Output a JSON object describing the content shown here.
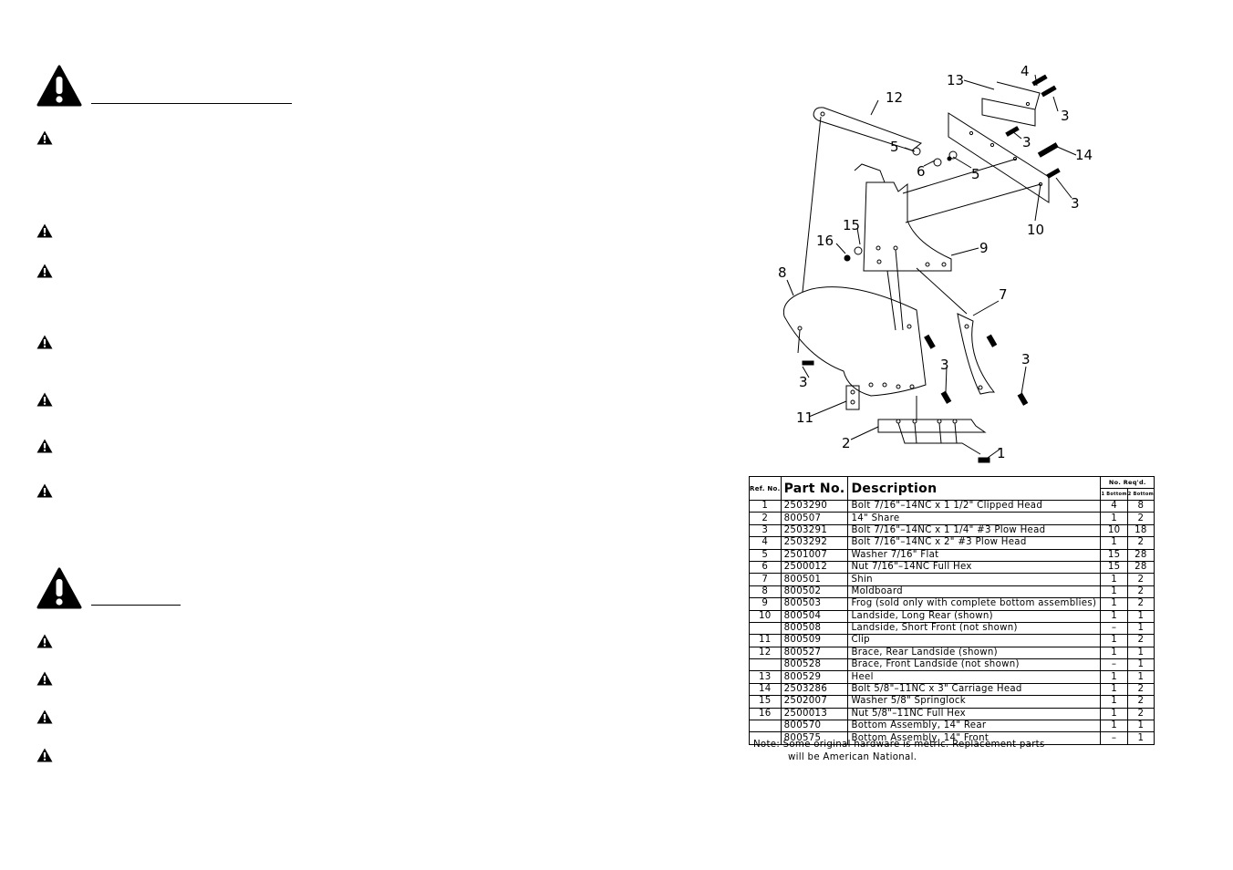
{
  "parts_table": {
    "headers": {
      "ref_no": "Ref. No.",
      "part_no": "Part No.",
      "description": "Description",
      "qty_title": "No. Req'd.",
      "qty_1": "1 Bottom",
      "qty_2": "2 Bottom"
    },
    "rows": [
      {
        "ref": "1",
        "part": "2503290",
        "desc": "Bolt 7/16\"–14NC x 1 1/2\" Clipped Head",
        "q1": "4",
        "q2": "8"
      },
      {
        "ref": "2",
        "part": "800507",
        "desc": "14\" Share",
        "q1": "1",
        "q2": "2"
      },
      {
        "ref": "3",
        "part": "2503291",
        "desc": "Bolt 7/16\"–14NC x 1 1/4\" #3 Plow Head",
        "q1": "10",
        "q2": "18"
      },
      {
        "ref": "4",
        "part": "2503292",
        "desc": "Bolt 7/16\"–14NC x 2\" #3 Plow Head",
        "q1": "1",
        "q2": "2"
      },
      {
        "ref": "5",
        "part": "2501007",
        "desc": "Washer 7/16\" Flat",
        "q1": "15",
        "q2": "28"
      },
      {
        "ref": "6",
        "part": "2500012",
        "desc": "Nut 7/16\"–14NC Full Hex",
        "q1": "15",
        "q2": "28"
      },
      {
        "ref": "7",
        "part": "800501",
        "desc": "Shin",
        "q1": "1",
        "q2": "2"
      },
      {
        "ref": "8",
        "part": "800502",
        "desc": "Moldboard",
        "q1": "1",
        "q2": "2"
      },
      {
        "ref": "9",
        "part": "800503",
        "desc": "Frog (sold only with complete  bottom assemblies)",
        "q1": "1",
        "q2": "2"
      },
      {
        "ref": "10",
        "part": "800504",
        "desc": "Landside, Long Rear (shown)",
        "q1": "1",
        "q2": "1"
      },
      {
        "ref": "",
        "part": "800508",
        "desc": "Landside, Short Front (not shown)",
        "q1": "–",
        "q2": "1"
      },
      {
        "ref": "11",
        "part": "800509",
        "desc": "Clip",
        "q1": "1",
        "q2": "2"
      },
      {
        "ref": "12",
        "part": "800527",
        "desc": "Brace, Rear Landside (shown)",
        "q1": "1",
        "q2": "1"
      },
      {
        "ref": "",
        "part": "800528",
        "desc": "Brace, Front Landside (not shown)",
        "q1": "–",
        "q2": "1"
      },
      {
        "ref": "13",
        "part": "800529",
        "desc": "Heel",
        "q1": "1",
        "q2": "1"
      },
      {
        "ref": "14",
        "part": "2503286",
        "desc": "Bolt 5/8\"–11NC x 3\" Carriage Head",
        "q1": "1",
        "q2": "2"
      },
      {
        "ref": "15",
        "part": "2502007",
        "desc": "Washer 5/8\" Springlock",
        "q1": "1",
        "q2": "2"
      },
      {
        "ref": "16",
        "part": "2500013",
        "desc": "Nut 5/8\"–11NC Full Hex",
        "q1": "1",
        "q2": "2"
      },
      {
        "ref": "",
        "part": "800570",
        "desc": "Bottom Assembly, 14\" Rear",
        "q1": "1",
        "q2": "1"
      },
      {
        "ref": "",
        "part": "800575",
        "desc": "Bottom Assembly, 14\" Front",
        "q1": "–",
        "q2": "1"
      }
    ]
  },
  "note": {
    "line1": "Note: Some original hardware is metric. Replacement parts",
    "line2": "will be American National."
  },
  "diagram": {
    "callouts": {
      "c1": "1",
      "c2": "2",
      "c3a": "3",
      "c3b": "3",
      "c3c": "3",
      "c3d": "3",
      "c3e": "3",
      "c3f": "3",
      "c4": "4",
      "c5a": "5",
      "c5b": "5",
      "c6": "6",
      "c7": "7",
      "c8": "8",
      "c9": "9",
      "c10": "10",
      "c11": "11",
      "c12": "12",
      "c13": "13",
      "c14": "14",
      "c15": "15",
      "c16": "16"
    }
  },
  "icons": {
    "large_warning": "warning-triangle-icon",
    "small_warning": "warning-triangle-icon"
  }
}
